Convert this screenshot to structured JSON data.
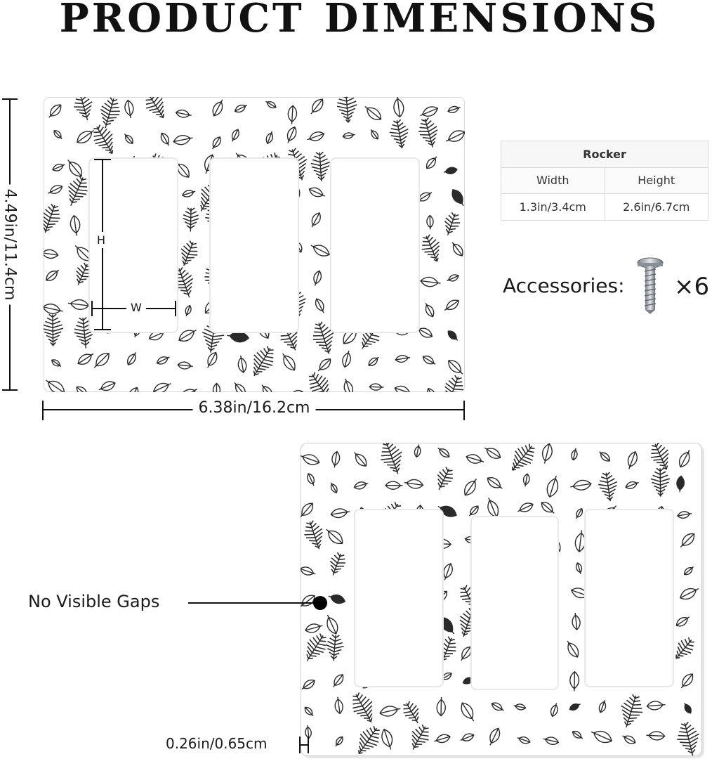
{
  "title": {
    "word1": "PRODUCT",
    "word2": "DIMENSIONS"
  },
  "dimensions": {
    "plate_height": "4.49in/11.4cm",
    "plate_width": "6.38in/16.2cm",
    "opening_h_label": "H",
    "opening_w_label": "W",
    "thickness": "0.26in/0.65cm"
  },
  "spec_table": {
    "header": "Rocker",
    "columns": [
      "Width",
      "Height"
    ],
    "values": [
      "1.3in/3.4cm",
      "2.6in/6.7cm"
    ]
  },
  "accessories": {
    "label": "Accessories:",
    "count": "×6"
  },
  "callout": {
    "label": "No Visible Gaps"
  },
  "colors": {
    "pattern_line": "#2a2a2a",
    "background": "#ffffff"
  }
}
